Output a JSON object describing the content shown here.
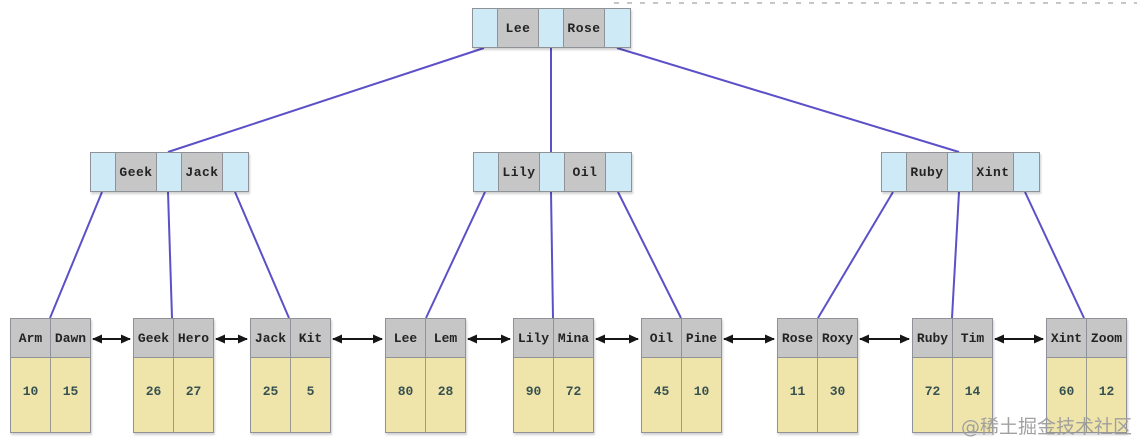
{
  "diagram_type": "bplus-tree",
  "tree": {
    "root": {
      "keys": [
        "Lee",
        "Rose"
      ]
    },
    "internal": [
      {
        "keys": [
          "Geek",
          "Jack"
        ]
      },
      {
        "keys": [
          "Lily",
          "Oil"
        ]
      },
      {
        "keys": [
          "Ruby",
          "Xint"
        ]
      }
    ],
    "leaves": [
      {
        "keys": [
          "Arm",
          "Dawn"
        ],
        "values": [
          "10",
          "15"
        ]
      },
      {
        "keys": [
          "Geek",
          "Hero"
        ],
        "values": [
          "26",
          "27"
        ]
      },
      {
        "keys": [
          "Jack",
          "Kit"
        ],
        "values": [
          "25",
          "5"
        ]
      },
      {
        "keys": [
          "Lee",
          "Lem"
        ],
        "values": [
          "80",
          "28"
        ]
      },
      {
        "keys": [
          "Lily",
          "Mina"
        ],
        "values": [
          "90",
          "72"
        ]
      },
      {
        "keys": [
          "Oil",
          "Pine"
        ],
        "values": [
          "45",
          "10"
        ]
      },
      {
        "keys": [
          "Rose",
          "Roxy"
        ],
        "values": [
          "11",
          "30"
        ]
      },
      {
        "keys": [
          "Ruby",
          "Tim"
        ],
        "values": [
          "72",
          "14"
        ]
      },
      {
        "keys": [
          "Xint",
          "Zoom"
        ],
        "values": [
          "60",
          "12"
        ]
      }
    ]
  },
  "watermark": "@稀土掘金技术社区",
  "colors": {
    "pointer_cell": "#cdeaf6",
    "key_cell": "#c6c6c6",
    "leaf_value_cell": "#efe5ab",
    "edge": "#5c50c8",
    "arrow": "#161616",
    "border": "#8f9398"
  }
}
